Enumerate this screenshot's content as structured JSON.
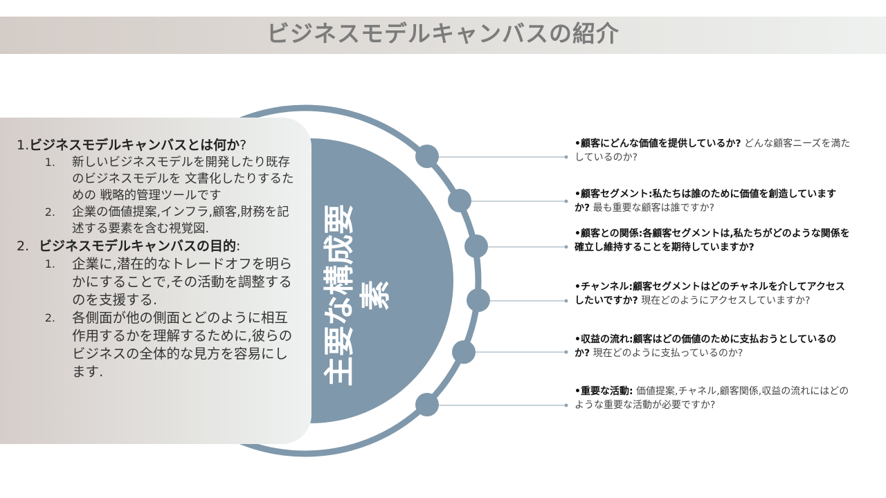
{
  "title": "ビジネスモデルキャンバスの紹介",
  "center_label": [
    "主要な構成要",
    "素"
  ],
  "left": {
    "sections": [
      {
        "num": "1.",
        "heading": "ビジネスモデルキャンバスとは何か",
        "suffix": "?",
        "items": [
          {
            "num": "1.",
            "text": "新しいビジネスモデルを開発したり既存のビジネスモデルを 文書化したりするための 戦略的管理ツールです"
          },
          {
            "num": "2.",
            "text": "企業の価値提案,インフラ,顧客,財務を記述する要素を含む視覚図."
          }
        ]
      },
      {
        "num": "2.",
        "heading": "ビジネスモデルキャンバスの目的",
        "suffix": ":",
        "items": [
          {
            "num": "1.",
            "text": "企業に,潜在的なトレードオフを明らかにすることで,その活動を調整するのを支援する."
          },
          {
            "num": "2.",
            "text": "各側面が他の側面とどのように相互作用するかを理解するために,彼らのビジネスの全体的な見方を容易にします."
          }
        ]
      }
    ]
  },
  "elements": [
    {
      "bold": "•顧客にどんな価値を提供しているか?",
      "rest": " どんな顧客ニーズを満たしているのか?"
    },
    {
      "bold": "•顧客セグメント:私たちは誰のために価値を創造していますか?",
      "rest": " 最も重要な顧客は誰ですか?"
    },
    {
      "bold": "•顧客との関係:各顧客セグメントは,私たちがどのような関係を確立し維持することを期待していますか?",
      "rest": ""
    },
    {
      "bold": "•チャンネル:顧客セグメントはどのチャネルを介してアクセスしたいですか?",
      "rest": " 現在どのようにアクセスしていますか?"
    },
    {
      "bold": "•収益の流れ:顧客はどの価値のために支払おうとしているのか?",
      "rest": " 現在どのように支払っているのか?"
    },
    {
      "bold": "•重要な活動:",
      "rest": " 価値提案,チャネル,顧客関係,収益の流れにはどのような重要な活動が必要ですか?"
    }
  ],
  "colors": {
    "accent": "#7f98ab",
    "title_text": "#7b7b7b"
  }
}
